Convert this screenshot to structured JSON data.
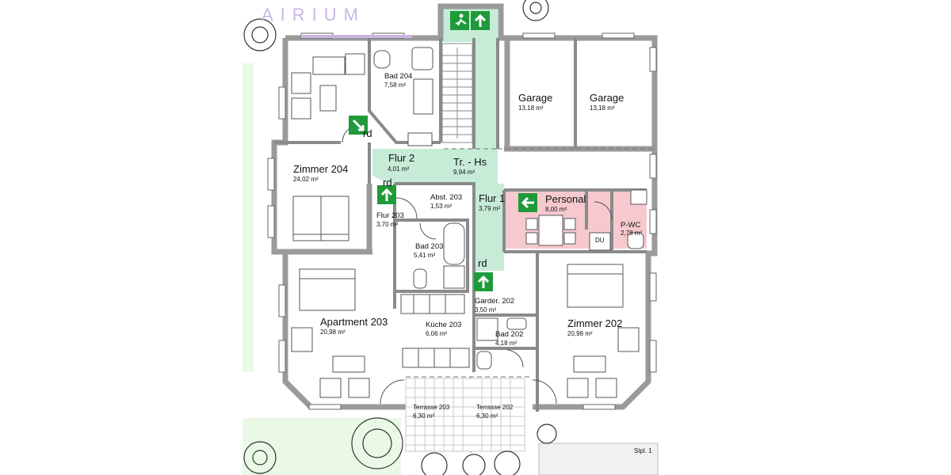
{
  "brand": "AIRIUM",
  "colors": {
    "green_zone": "#c6ecd7",
    "pink_zone": "#f6c9cf",
    "wall": "#9a9a9a",
    "wall_dark": "#555555",
    "exit_sign": "#1f9a3a",
    "lawn": "#eaf8e6",
    "brand": "#c9b6e6"
  },
  "rooms": {
    "bad204": {
      "name": "Bad 204",
      "area": "7,58 m²"
    },
    "garage1": {
      "name": "Garage",
      "area": "13,18 m²"
    },
    "garage2": {
      "name": "Garage",
      "area": "13,18 m²"
    },
    "zimmer204": {
      "name": "Zimmer 204",
      "area": "24,02 m²"
    },
    "flur2": {
      "name": "Flur 2",
      "area": "4,01 m²"
    },
    "trhs": {
      "name": "Tr. - Hs",
      "area": "9,94 m²"
    },
    "abst203": {
      "name": "Abst. 203",
      "area": "1,53 m²"
    },
    "flur1": {
      "name": "Flur 1",
      "area": "3,79 m²"
    },
    "personal": {
      "name": "Personal",
      "area": "8,00 m²"
    },
    "pwc": {
      "name": "P-WC",
      "area": "2,78 m²"
    },
    "flur203": {
      "name": "Flur 203",
      "area": "3,70 m²"
    },
    "bad203": {
      "name": "Bad 203",
      "area": "5,41 m²"
    },
    "garder202": {
      "name": "Garder. 202",
      "area": "3,50 m²"
    },
    "apartment203": {
      "name": "Apartment 203",
      "area": "20,98 m²"
    },
    "kueche203": {
      "name": "Küche 203",
      "area": "6,06 m²"
    },
    "bad202": {
      "name": "Bad 202",
      "area": "4,18 m²"
    },
    "zimmer202": {
      "name": "Zimmer 202",
      "area": "20,98 m²"
    },
    "terrasse203": {
      "name": "Terrasse 203",
      "area": "6,30 m²"
    },
    "terrasse202": {
      "name": "Terrasse 202",
      "area": "6,30 m²"
    }
  },
  "marks": {
    "rd": "rd",
    "du": "DU",
    "stpl": "Stpl. 1"
  }
}
